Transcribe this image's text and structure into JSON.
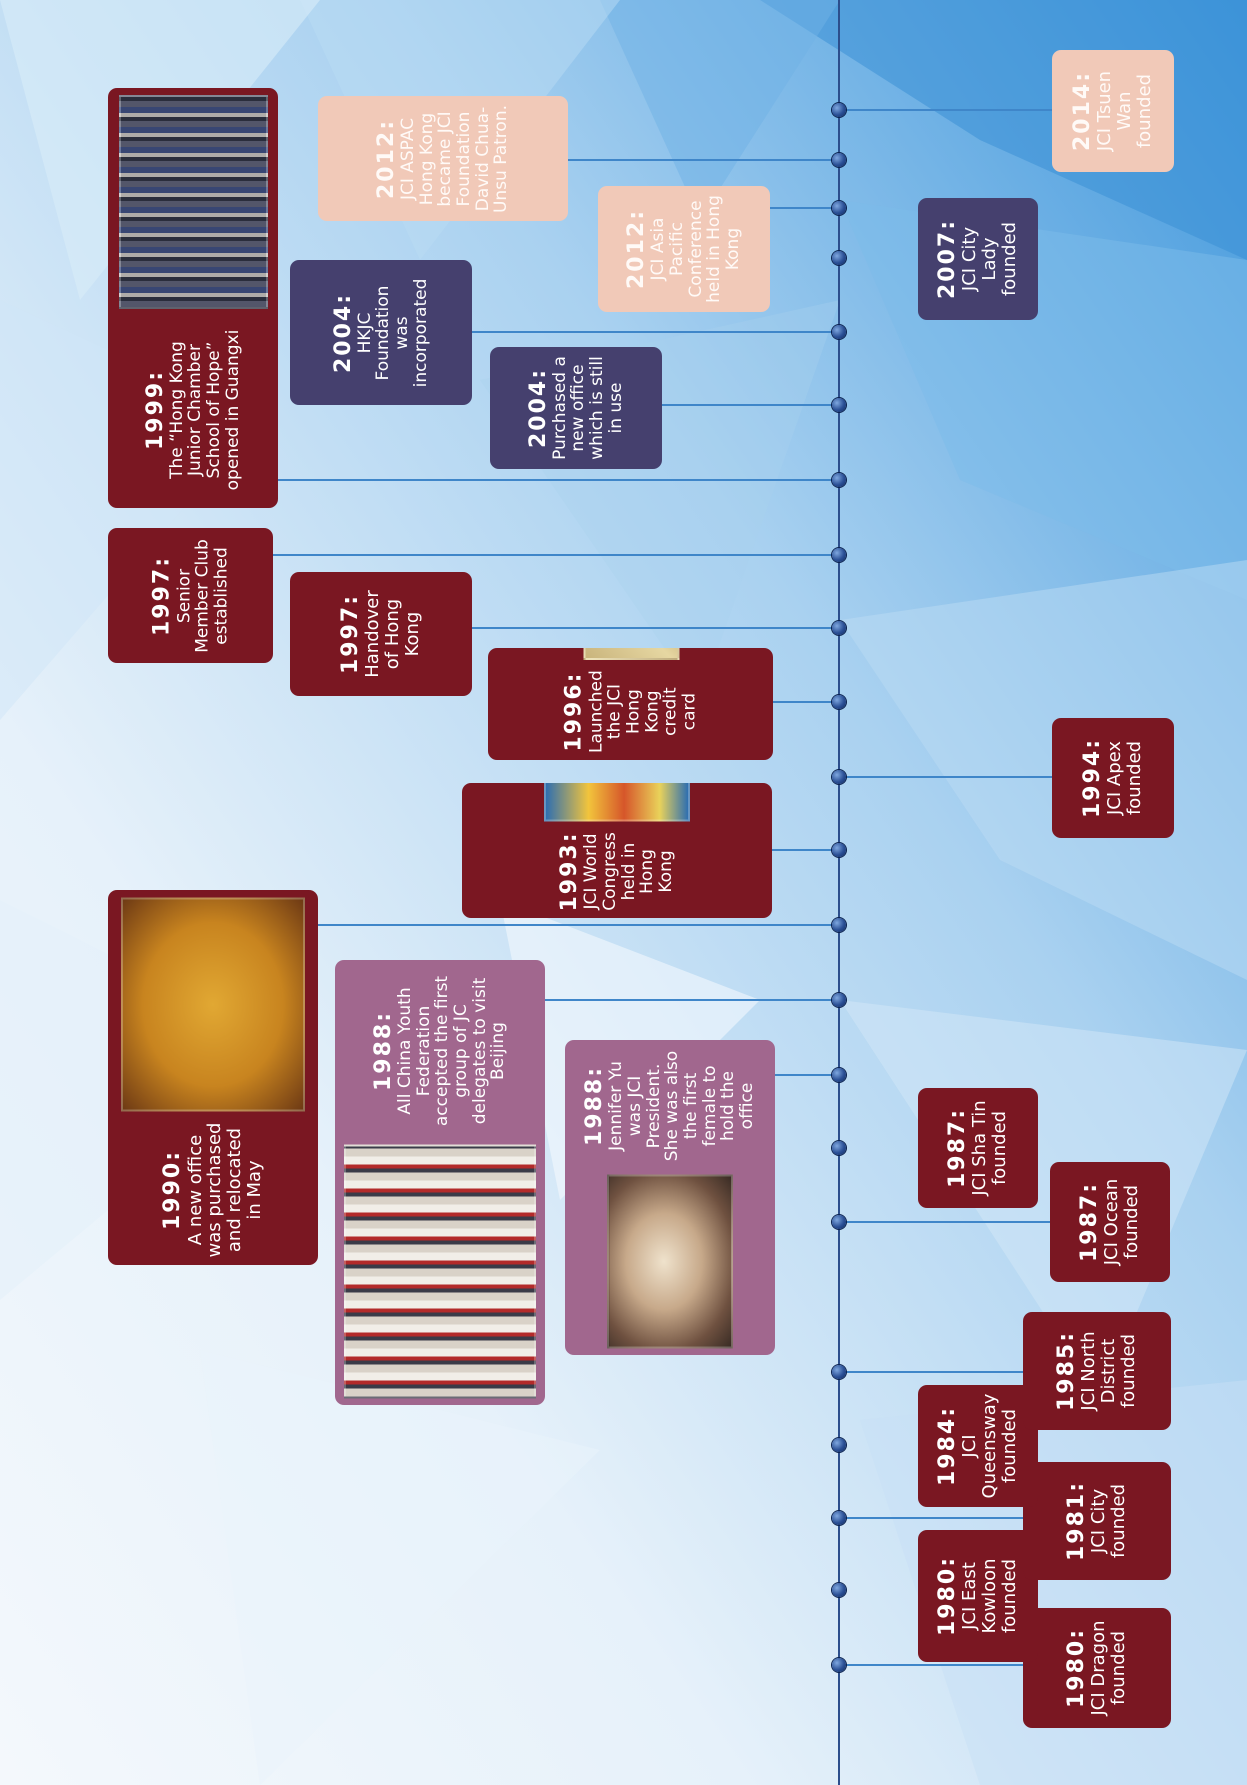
{
  "colors": {
    "background_light": "#eef5fb",
    "background_blue": "#5aa8e3",
    "axis": "#2c4e8c",
    "connector": "#3f86c9",
    "dark_red": "#7a1722",
    "mauve": "#a1678e",
    "navy": "#45406e",
    "peach": "#f1c9b8"
  },
  "events": [
    {
      "id": "e1980a",
      "year": "1980:",
      "text": "JCI Dragon founded",
      "style": "red"
    },
    {
      "id": "e1980b",
      "year": "1980:",
      "text": "JCI East Kowloon founded",
      "style": "red"
    },
    {
      "id": "e1981",
      "year": "1981:",
      "text": "JCI City founded",
      "style": "red"
    },
    {
      "id": "e1984",
      "year": "1984:",
      "text": "JCI Queensway founded",
      "style": "red"
    },
    {
      "id": "e1985",
      "year": "1985:",
      "text": "JCI North District founded",
      "style": "red"
    },
    {
      "id": "e1987a",
      "year": "1987:",
      "text": "JCI Ocean founded",
      "style": "red"
    },
    {
      "id": "e1987b",
      "year": "1987:",
      "text": "JCI Sha Tin founded",
      "style": "red"
    },
    {
      "id": "e1988a",
      "year": "1988:",
      "text": "Jennifer Yu was JCI President. She was also the first female to hold the office",
      "style": "pink",
      "photo": "portrait"
    },
    {
      "id": "e1988b",
      "year": "1988:",
      "text": "All China Youth Federation accepted the first group of JC delegates to visit Beijing",
      "style": "pink",
      "photo": "delegates"
    },
    {
      "id": "e1990",
      "year": "1990:",
      "text": "A new office was purchased and relocated in May",
      "style": "red",
      "photo": "plaque"
    },
    {
      "id": "e1993",
      "year": "1993:",
      "text": "JCI World Congress held in Hong Kong",
      "style": "red",
      "photo": "poster"
    },
    {
      "id": "e1994",
      "year": "1994:",
      "text": "JCI Apex founded",
      "style": "red"
    },
    {
      "id": "e1996",
      "year": "1996:",
      "text": "Launched the JCI Hong Kong credit card",
      "style": "red",
      "photo": "card"
    },
    {
      "id": "e1997a",
      "year": "1997:",
      "text": "Handover of Hong Kong",
      "style": "red"
    },
    {
      "id": "e1997b",
      "year": "1997:",
      "text": "Senior Member Club established",
      "style": "red"
    },
    {
      "id": "e1999",
      "year": "1999:",
      "text": "The “Hong Kong Junior Chamber School of Hope” opened in Guangxi",
      "style": "red",
      "photo": "group"
    },
    {
      "id": "e2004a",
      "year": "2004:",
      "text": "Purchased a new office which is still in use",
      "style": "navy"
    },
    {
      "id": "e2004b",
      "year": "2004:",
      "text": "HKJC Foundation was incorporated",
      "style": "navy"
    },
    {
      "id": "e2007",
      "year": "2007:",
      "text": "JCI City Lady founded",
      "style": "navy"
    },
    {
      "id": "e2012a",
      "year": "2012:",
      "text": "JCI Asia Pacific Conference held in Hong Kong",
      "style": "peach"
    },
    {
      "id": "e2012b",
      "year": "2012:",
      "text": "JCI ASPAC Hong Kong became JCI Foundation David Chua-Unsu Patron.",
      "style": "peach"
    },
    {
      "id": "e2014",
      "year": "2014:",
      "text": "JCI Tsuen Wan founded",
      "style": "peach"
    }
  ]
}
